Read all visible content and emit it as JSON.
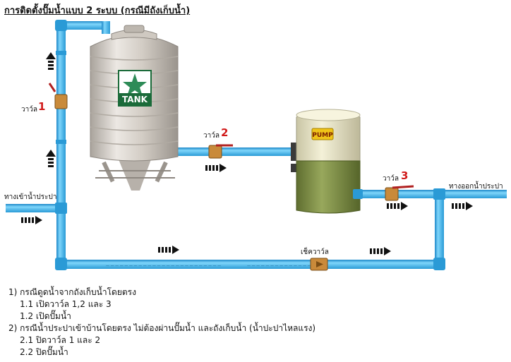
{
  "title": "การติดตั้งปั๊มน้ำแบบ 2 ระบบ (กรณีมีถังเก็บน้ำ)",
  "tank_label": "TANK",
  "pump_label": "PUMP",
  "labels": {
    "valve1": "วาว์ล",
    "valve1_num": "1",
    "valve2": "วาว์ล",
    "valve2_num": "2",
    "valve3": "วาว์ล",
    "valve3_num": "3",
    "inlet": "ทางเข้าน้ำประปา",
    "outlet": "ทางออกน้ำประปา",
    "check_valve": "เช็ควาว์ล"
  },
  "colors": {
    "pipe": "#4fc3f7",
    "pipe_edge": "#1e88c8",
    "valve": "#c98a3a",
    "number": "#d11a1a",
    "tank_body": "#d9d4cd",
    "pump_top": "#ece8c9",
    "pump_bottom": "#7f8f48"
  },
  "notes": [
    {
      "text": "1) กรณีดูดน้ำจากถังเก็บน้ำโดยตรง",
      "indent": false
    },
    {
      "text": "1.1 เปิดวาว์ล 1,2 และ 3",
      "indent": true
    },
    {
      "text": "1.2 เปิดปั๊มน้ำ",
      "indent": true
    },
    {
      "text": "2) กรณีน้ำประปาเข้าบ้านโดยตรง ไม่ต้องผ่านปั๊มน้ำ และถังเก็บน้ำ (น้ำปะปาไหลแรง)",
      "indent": false
    },
    {
      "text": "2.1 ปิดวาว์ล 1 และ 2",
      "indent": true
    },
    {
      "text": "2.2 ปิดปั๊มน้ำ",
      "indent": true
    }
  ]
}
